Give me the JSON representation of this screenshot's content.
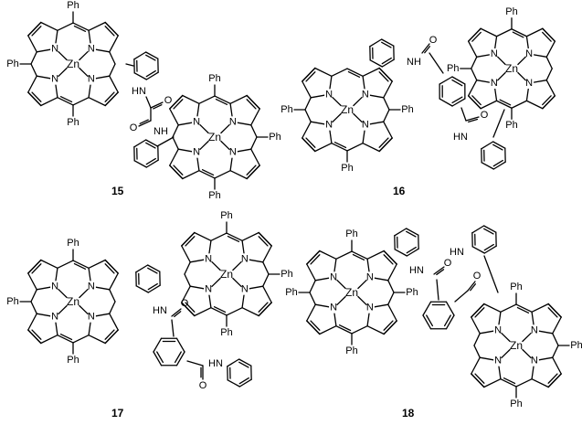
{
  "labels": {
    "ph": "Ph",
    "n": "N",
    "zn": "Zn",
    "nh_amide": "HN",
    "nh_amide_rev": "NH",
    "o": "O"
  },
  "compounds": [
    {
      "number": "15"
    },
    {
      "number": "16"
    },
    {
      "number": "17"
    },
    {
      "number": "18"
    }
  ]
}
